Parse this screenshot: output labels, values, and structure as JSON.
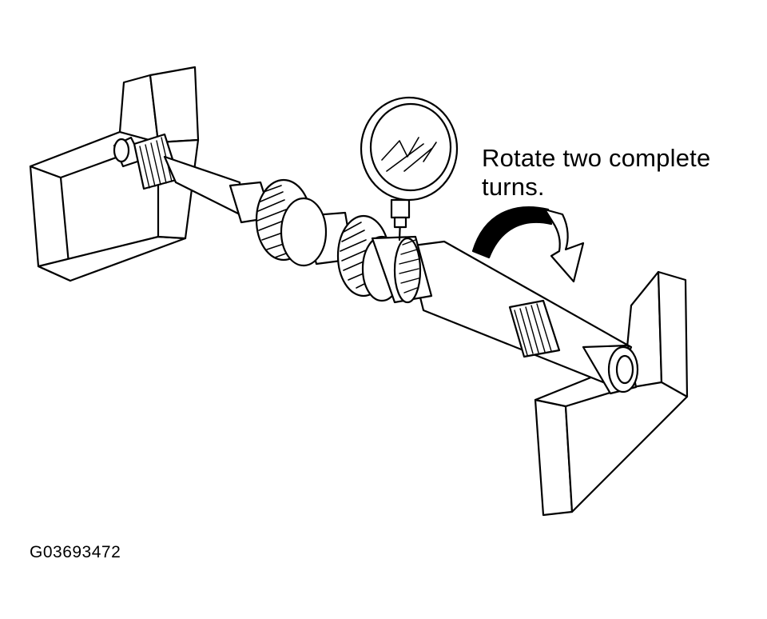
{
  "callout": {
    "line1": "Rotate two complete",
    "line2": "turns."
  },
  "figure_id": "G03693472",
  "colors": {
    "ink": "#000000",
    "paper": "#ffffff"
  },
  "icons": [
    "v-block-support",
    "dial-indicator-gauge",
    "rotation-arrow"
  ]
}
